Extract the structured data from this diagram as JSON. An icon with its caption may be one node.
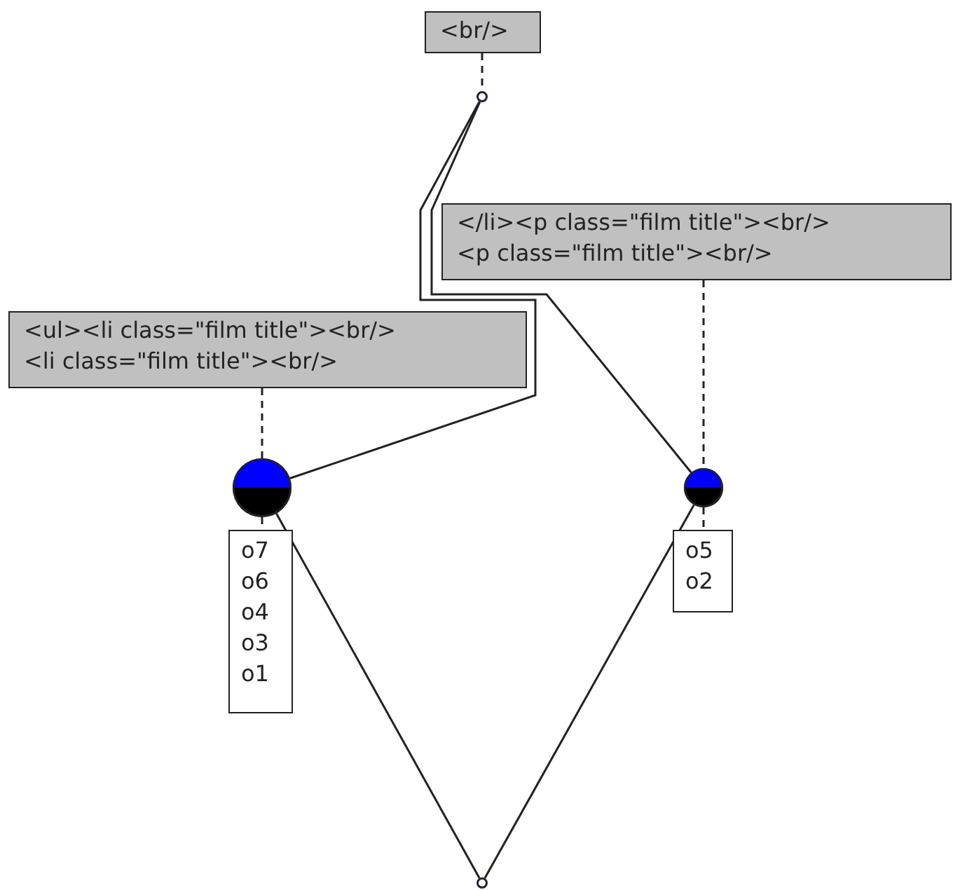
{
  "diagram": {
    "nodes": [
      {
        "text": [
          "<br/>"
        ]
      },
      {
        "text": [],
        "shape": "circle"
      },
      {
        "text": [
          "</li><p class=\"film title\"><br/>",
          "<p class=\"film title\"><br/>"
        ]
      },
      {
        "text": [
          "<ul><li class=\"film title\"><br/>",
          "<li class=\"film title\"><br/>"
        ]
      },
      {
        "text": [],
        "shape": "circle"
      },
      {
        "text": [],
        "shape": "circle"
      },
      {
        "text": [
          "o7",
          "o6",
          "o4",
          "o3",
          "o1"
        ]
      },
      {
        "text": [
          "o5",
          "o2"
        ]
      },
      {
        "text": [],
        "shape": "circle"
      }
    ],
    "edges": [
      {
        "from": 0,
        "to": 1,
        "arrow": "none",
        "style": "dashed"
      },
      {
        "from": 1,
        "to": 4,
        "arrow": "none"
      },
      {
        "from": 1,
        "to": 5,
        "arrow": "none"
      },
      {
        "from": 2,
        "to": 5,
        "arrow": "none",
        "style": "dashed"
      },
      {
        "from": 3,
        "to": 4,
        "arrow": "none",
        "style": "dashed"
      },
      {
        "from": 4,
        "to": 6,
        "arrow": "none",
        "style": "dashed"
      },
      {
        "from": 5,
        "to": 7,
        "arrow": "none",
        "style": "dashed"
      },
      {
        "from": 4,
        "to": 8,
        "arrow": "none"
      },
      {
        "from": 5,
        "to": 8,
        "arrow": "none"
      }
    ]
  }
}
